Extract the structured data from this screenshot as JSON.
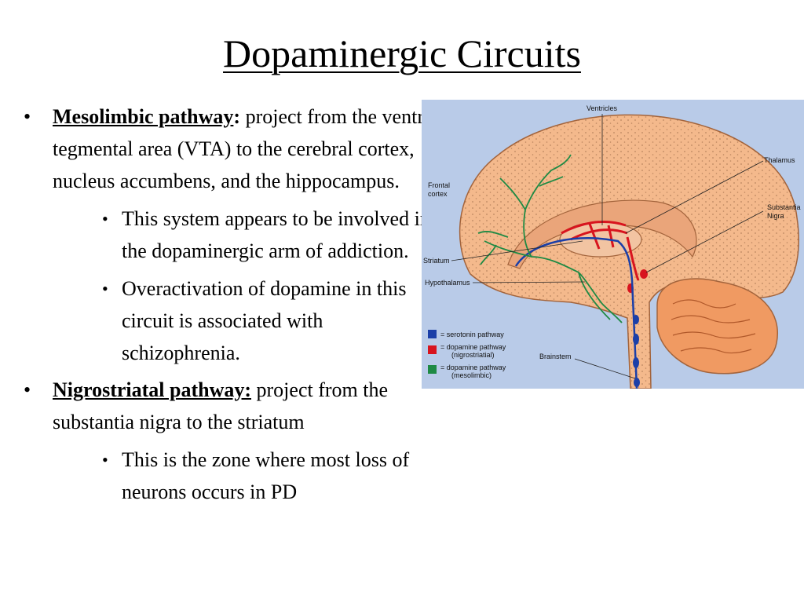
{
  "slide": {
    "title": "Dopaminergic Circuits"
  },
  "bullets": [
    {
      "term": "Mesolimbic pathway",
      "colon": ":",
      "text": " project from the ventral tegmental area (VTA) to the cerebral cortex, nucleus accumbens, and the hippocampus.",
      "sub": [
        "This system appears to be involved in the dopaminergic arm of addiction.",
        "Overactivation of dopamine in this circuit is associated with schizophrenia."
      ]
    },
    {
      "term": "Nigrostriatal pathway:",
      "colon": "",
      "text": " project from the substantia nigra to the striatum",
      "sub": [
        "This is the zone where most loss of neurons occurs in PD"
      ]
    }
  ],
  "figure": {
    "labels": {
      "ventricles": "Ventricles",
      "thalamus": "Thalamus",
      "frontal_cortex_1": "Frontal",
      "frontal_cortex_2": "cortex",
      "substantia_nigra_1": "Substantia",
      "substantia_nigra_2": "Nigra",
      "striatum": "Striatum",
      "hypothalamus": "Hypothalamus",
      "brainstem": "Brainstem"
    },
    "legend": [
      {
        "color": "#1b3fa8",
        "line1": "= serotonin pathway",
        "line2": ""
      },
      {
        "color": "#d8141e",
        "line1": "= dopamine pathway",
        "line2": "(nigrostriatial)"
      },
      {
        "color": "#1e8a44",
        "line1": "= dopamine pathway",
        "line2": "(mesolimbic)"
      }
    ],
    "colors": {
      "background": "#b9cbe8",
      "brain": "#f4b98c",
      "serotonin": "#1b3fa8",
      "nigrostriatal": "#d8141e",
      "mesolimbic": "#1e8a44"
    }
  }
}
